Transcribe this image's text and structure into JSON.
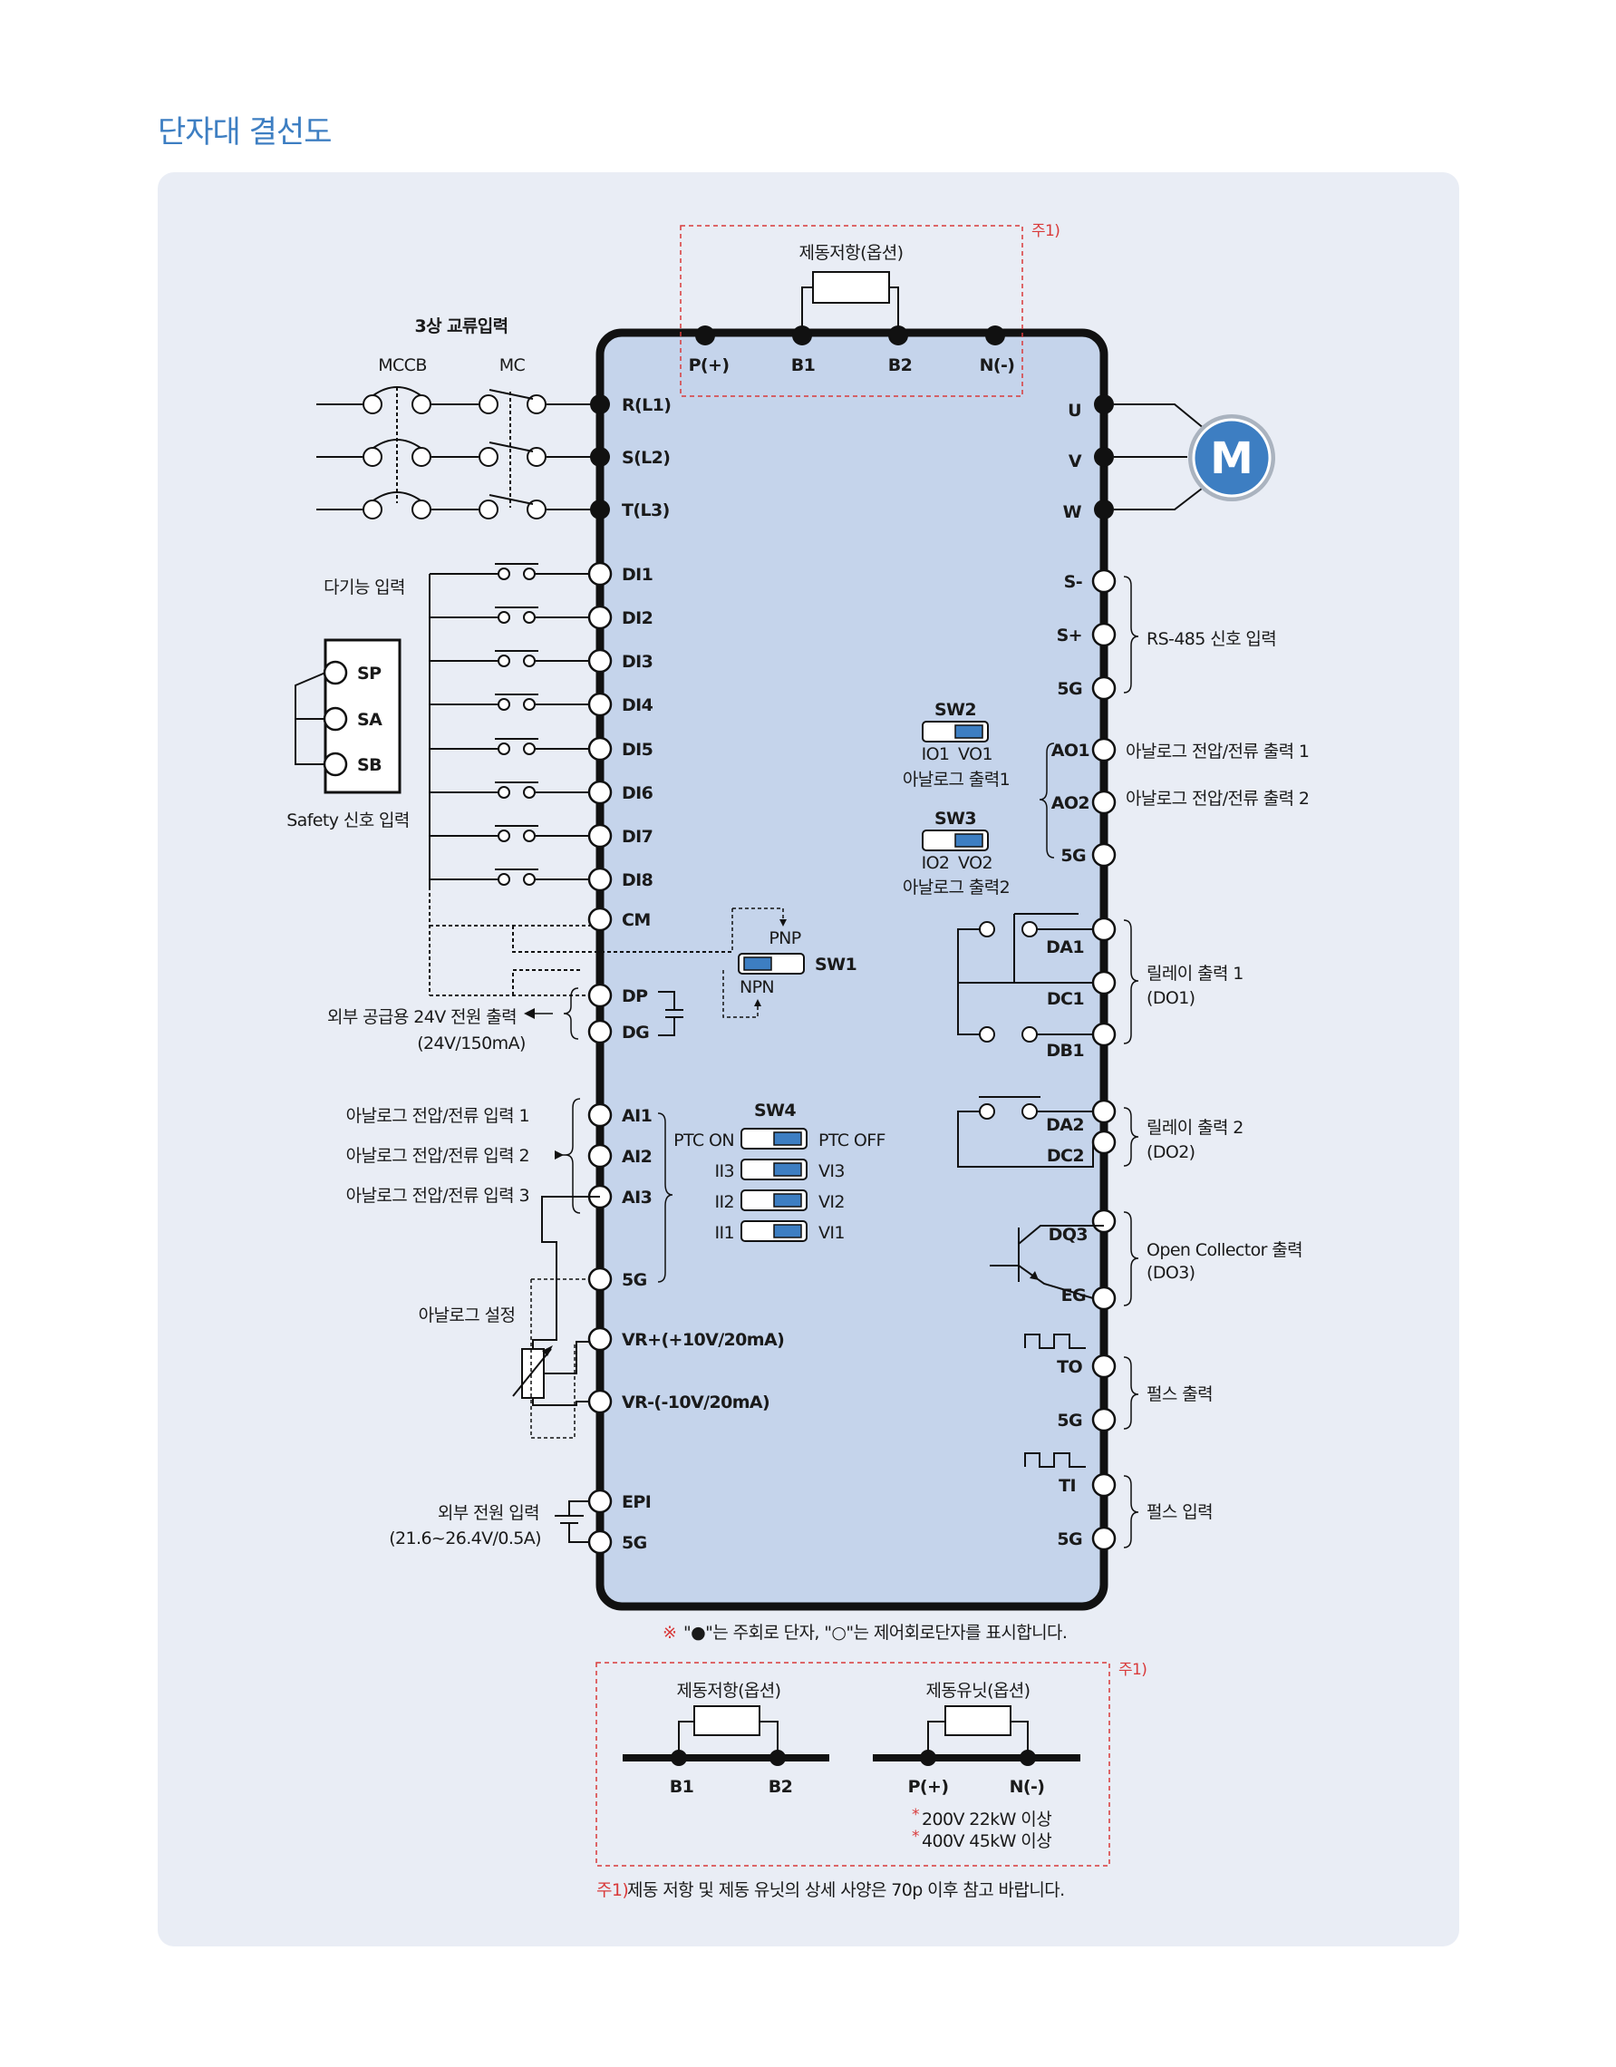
{
  "page": {
    "title": "단자대 결선도"
  },
  "brake_top": {
    "note": "주1)",
    "title": "제동저항(옵션)"
  },
  "top_terminals": [
    "P(+)",
    "B1",
    "B2",
    "N(-)"
  ],
  "power_input": {
    "title": "3상 교류입력",
    "mccb": "MCCB",
    "mc": "MC",
    "terminals": [
      "R(L1)",
      "S(L2)",
      "T(L3)"
    ]
  },
  "motor": {
    "label": "M",
    "terminals": [
      "U",
      "V",
      "W"
    ]
  },
  "multi_function": {
    "title": "다기능 입력",
    "terminals": [
      "DI1",
      "DI2",
      "DI3",
      "DI4",
      "DI5",
      "DI6",
      "DI7",
      "DI8",
      "CM"
    ]
  },
  "safety": {
    "title": "Safety 신호 입력",
    "terminals": [
      "SP",
      "SA",
      "SB"
    ]
  },
  "sw1": {
    "name": "SW1",
    "pnp": "PNP",
    "npn": "NPN"
  },
  "dp_dg": {
    "terminals": [
      "DP",
      "DG"
    ],
    "label_line1": "외부 공급용 24V 전원 출력",
    "label_line2": "(24V/150mA)"
  },
  "analog_in": {
    "labels": [
      "아날로그 전압/전류 입력 1",
      "아날로그 전압/전류 입력 2",
      "아날로그 전압/전류 입력 3"
    ],
    "terminals": [
      "AI1",
      "AI2",
      "AI3",
      "5G"
    ],
    "setting_label": "아날로그 설정"
  },
  "sw4": {
    "name": "SW4",
    "rows": [
      {
        "left": "PTC ON",
        "right": "PTC OFF"
      },
      {
        "left": "II3",
        "right": "VI3"
      },
      {
        "left": "II2",
        "right": "VI2"
      },
      {
        "left": "II1",
        "right": "VI1"
      }
    ]
  },
  "vr": {
    "terminals": [
      "VR+(+10V/20mA)",
      "VR-(-10V/20mA)"
    ]
  },
  "ext_power": {
    "terminals": [
      "EPI",
      "5G"
    ],
    "label_line1": "외부 전원 입력",
    "label_line2": "(21.6~26.4V/0.5A)"
  },
  "sw2": {
    "name": "SW2",
    "left": "IO1",
    "right": "VO1",
    "caption": "아날로그 출력1"
  },
  "sw3": {
    "name": "SW3",
    "left": "IO2",
    "right": "VO2",
    "caption": "아날로그 출력2"
  },
  "rs485": {
    "terminals": [
      "S-",
      "S+",
      "5G"
    ],
    "label": "RS-485 신호 입력"
  },
  "analog_out": {
    "terminals": [
      "AO1",
      "AO2",
      "5G"
    ],
    "labels": [
      "아날로그 전압/전류 출력 1",
      "아날로그 전압/전류 출력 2"
    ]
  },
  "relay1": {
    "terminals": [
      "DA1",
      "DC1",
      "DB1"
    ],
    "label_line1": "릴레이 출력 1",
    "label_line2": "(DO1)"
  },
  "relay2": {
    "terminals": [
      "DA2",
      "DC2"
    ],
    "label_line1": "릴레이 출력 2",
    "label_line2": "(DO2)"
  },
  "open_collector": {
    "terminals": [
      "DQ3",
      "EG"
    ],
    "label_line1": "Open Collector 출력",
    "label_line2": "(DO3)"
  },
  "pulse_out": {
    "terminals": [
      "TO",
      "5G"
    ],
    "label": "펄스 출력"
  },
  "pulse_in": {
    "terminals": [
      "TI",
      "5G"
    ],
    "label": "펄스 입력"
  },
  "legend": {
    "mark": "※",
    "text": "\"●\"는 주회로 단자, \"○\"는 제어회로단자를 표시합니다."
  },
  "bottom_box": {
    "note": "주1)",
    "resistor": {
      "title": "제동저항(옵션)",
      "terminals": [
        "B1",
        "B2"
      ]
    },
    "unit": {
      "title": "제동유닛(옵션)",
      "terminals": [
        "P(+)",
        "N(-)"
      ]
    },
    "notes": [
      "200V 22kW 이상",
      "400V 45kW 이상"
    ],
    "asterisk": "*"
  },
  "footnote": {
    "mark": "주1)",
    "text": "제동 저항 및 제동 유닛의 상세 사양은 70p 이후 참고 바랍니다."
  },
  "colors": {
    "title": "#3d7ec2",
    "panel": "#e9edf5",
    "inverter_fill": "#c5d4eb",
    "motor": "#3d7ec2",
    "red": "#d93a3a",
    "switch": "#3d7ec2"
  }
}
